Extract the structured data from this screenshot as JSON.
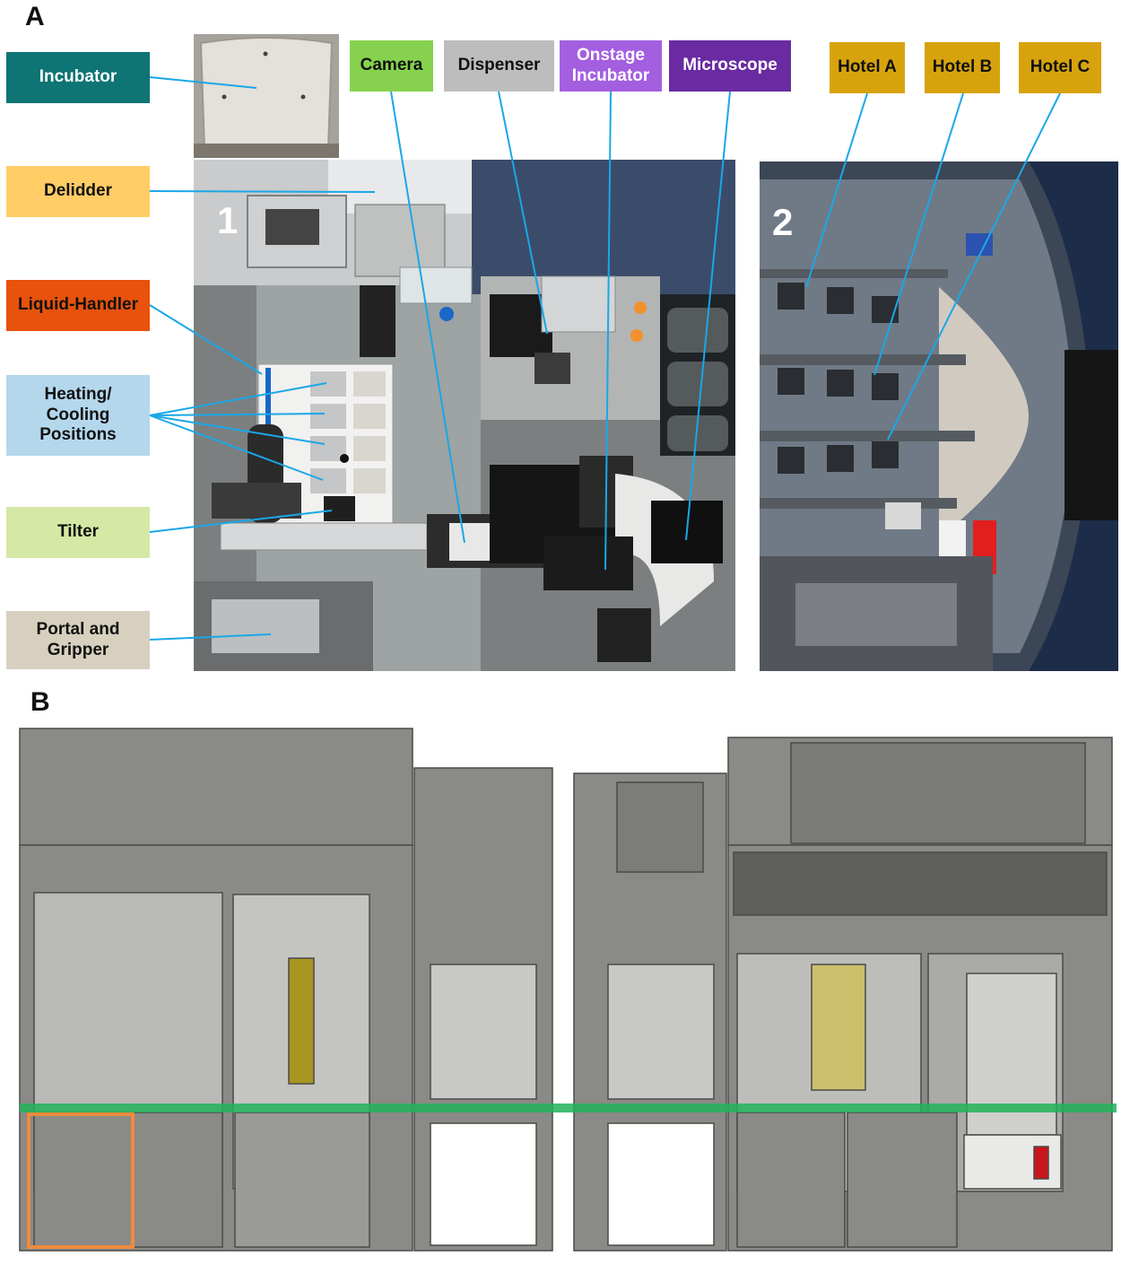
{
  "panels": {
    "a": "A",
    "b": "B"
  },
  "photo_numbers": {
    "one": "1",
    "two": "2"
  },
  "left_labels": [
    {
      "id": "incubator",
      "text": "Incubator",
      "bg": "#0e7474",
      "fg": "white"
    },
    {
      "id": "delidder",
      "text": "Delidder",
      "bg": "#ffcc66",
      "fg": "dark"
    },
    {
      "id": "liquid-handler",
      "text": "Liquid-Handler",
      "bg": "#e8520d",
      "fg": "dark"
    },
    {
      "id": "heating-cooling",
      "text": "Heating/\nCooling\nPositions",
      "bg": "#b4d7ec",
      "fg": "dark"
    },
    {
      "id": "tilter",
      "text": "Tilter",
      "bg": "#d6e8a6",
      "fg": "dark"
    },
    {
      "id": "portal-gripper",
      "text": "Portal and\nGripper",
      "bg": "#d7d0bf",
      "fg": "dark"
    }
  ],
  "top_labels": [
    {
      "id": "camera",
      "text": "Camera",
      "bg": "#86d24e",
      "fg": "dark"
    },
    {
      "id": "dispenser",
      "text": "Dispenser",
      "bg": "#bdbdbd",
      "fg": "dark"
    },
    {
      "id": "onstage-incubator",
      "text": "Onstage\nIncubator",
      "bg": "#a45fe0",
      "fg": "white"
    },
    {
      "id": "microscope",
      "text": "Microscope",
      "bg": "#6a2ba2",
      "fg": "white"
    }
  ],
  "hotel_labels": [
    {
      "id": "hotel-a",
      "text": "Hotel A",
      "bg": "#d7a30d",
      "fg": "dark"
    },
    {
      "id": "hotel-b",
      "text": "Hotel B",
      "bg": "#d7a30d",
      "fg": "dark"
    },
    {
      "id": "hotel-c",
      "text": "Hotel C",
      "bg": "#d7a30d",
      "fg": "dark"
    }
  ],
  "colors": {
    "leader_line": "#1aa7e8",
    "cad_body": "#8a8a86",
    "cad_dark": "#6e6e6b",
    "highlight_green": "#22b35a",
    "highlight_orange": "#f08a3c"
  }
}
